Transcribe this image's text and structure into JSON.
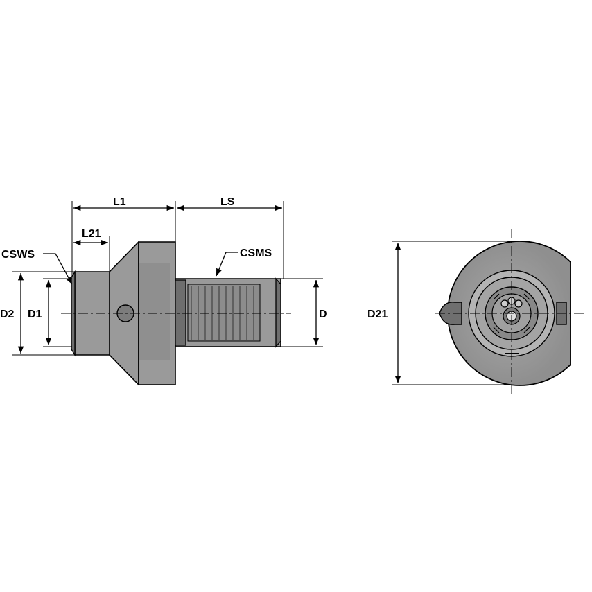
{
  "labels": {
    "l1": "L1",
    "ls": "LS",
    "l21": "L21",
    "csws": "CSWS",
    "csms": "CSMS",
    "d2": "D2",
    "d1": "D1",
    "d": "D",
    "d21": "D21"
  },
  "colors": {
    "body": "#9a9a9a",
    "shadow": "#6e6e6e",
    "line": "#000000"
  }
}
